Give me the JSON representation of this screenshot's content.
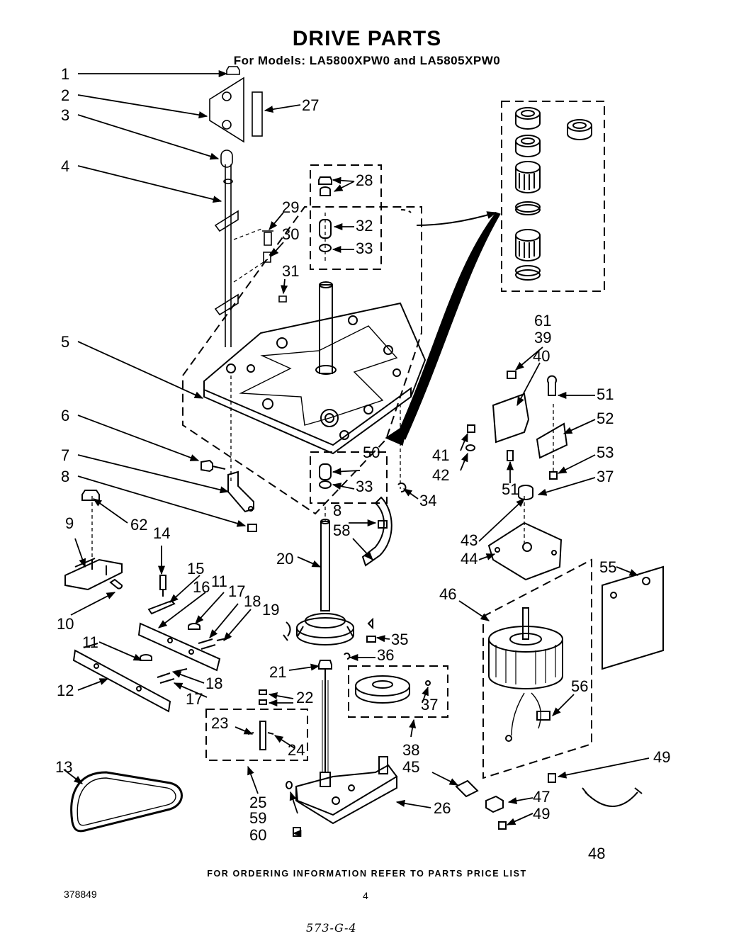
{
  "title": "DRIVE PARTS",
  "subtitle": "For Models: LA5800XPW0 and LA5805XPW0",
  "footer_note": "FOR ORDERING INFORMATION REFER TO PARTS PRICE LIST",
  "document_number": "378849",
  "page_number": "4",
  "handwritten_code": "573-G-4",
  "callouts": {
    "c1": "1",
    "c2": "2",
    "c3": "3",
    "c4": "4",
    "c5": "5",
    "c6": "6",
    "c7": "7",
    "c8a": "8",
    "c8b": "8",
    "c9": "9",
    "c10": "10",
    "c11a": "11",
    "c11b": "11",
    "c12": "12",
    "c13": "13",
    "c14": "14",
    "c15": "15",
    "c16": "16",
    "c17a": "17",
    "c17b": "17",
    "c18a": "18",
    "c18b": "18",
    "c19": "19",
    "c20": "20",
    "c21": "21",
    "c22": "22",
    "c23": "23",
    "c24": "24",
    "c25": "25",
    "c26": "26",
    "c27": "27",
    "c28": "28",
    "c29": "29",
    "c30": "30",
    "c31": "31",
    "c32": "32",
    "c33a": "33",
    "c33b": "33",
    "c34": "34",
    "c35": "35",
    "c36": "36",
    "c37a": "37",
    "c37b": "37",
    "c38": "38",
    "c39": "39",
    "c40": "40",
    "c41": "41",
    "c42": "42",
    "c43": "43",
    "c44": "44",
    "c45": "45",
    "c46": "46",
    "c47": "47",
    "c48": "48",
    "c49a": "49",
    "c49b": "49",
    "c50": "50",
    "c51a": "51",
    "c51b": "51",
    "c52": "52",
    "c53": "53",
    "c55": "55",
    "c56": "56",
    "c58": "58",
    "c59": "59",
    "c60": "60",
    "c61": "61",
    "c62": "62"
  }
}
